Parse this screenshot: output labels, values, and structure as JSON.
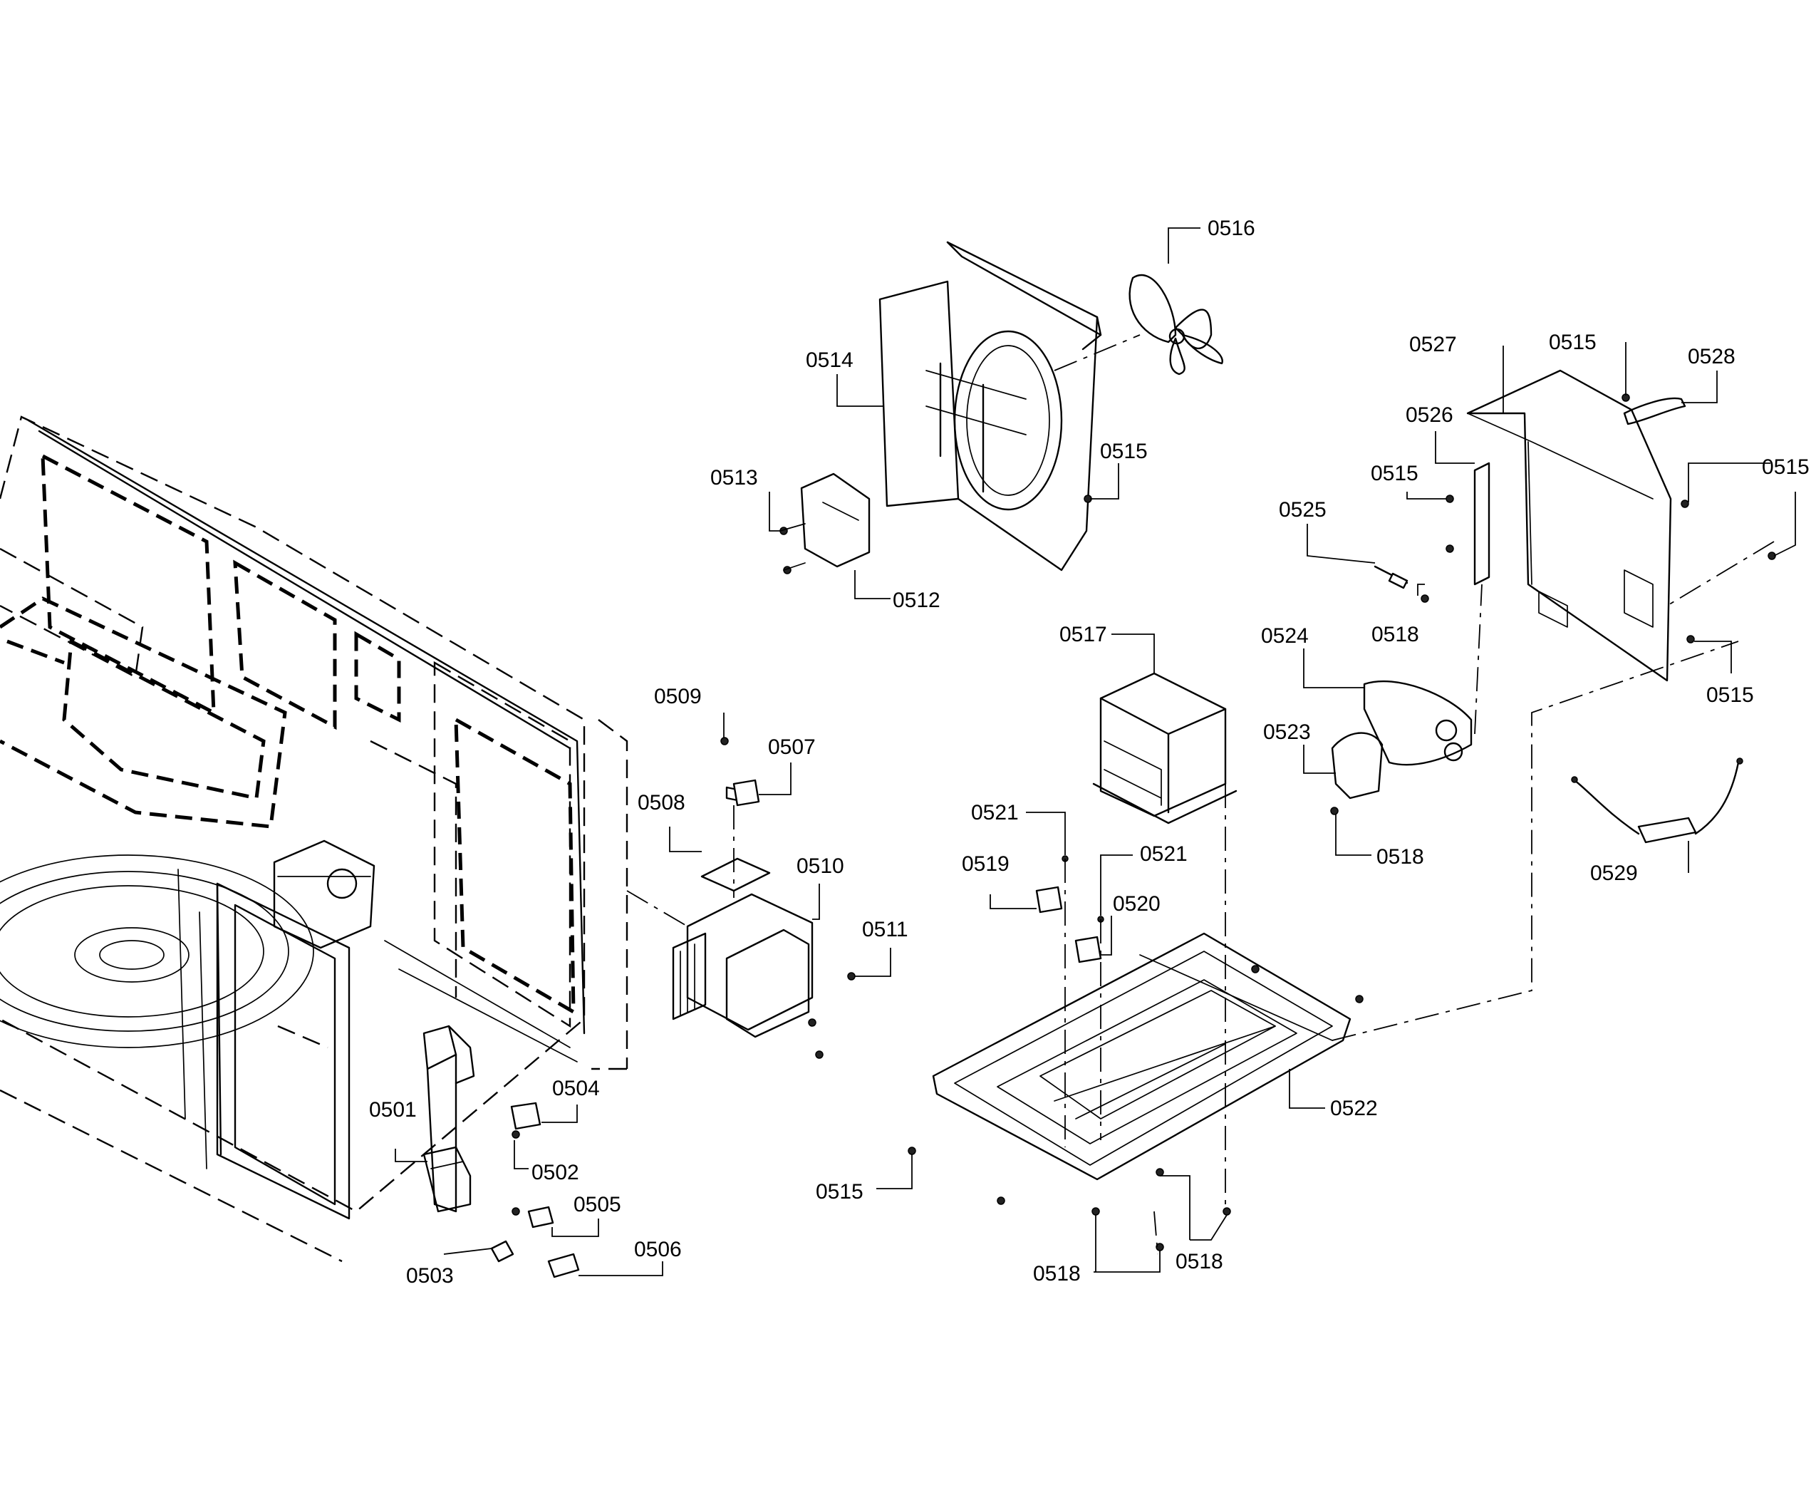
{
  "parts": [
    {
      "id": "p0501",
      "label": "0501"
    },
    {
      "id": "p0502",
      "label": "0502"
    },
    {
      "id": "p0503",
      "label": "0503"
    },
    {
      "id": "p0504",
      "label": "0504"
    },
    {
      "id": "p0505",
      "label": "0505"
    },
    {
      "id": "p0506",
      "label": "0506"
    },
    {
      "id": "p0507",
      "label": "0507"
    },
    {
      "id": "p0508",
      "label": "0508"
    },
    {
      "id": "p0509",
      "label": "0509"
    },
    {
      "id": "p0510",
      "label": "0510"
    },
    {
      "id": "p0511",
      "label": "0511"
    },
    {
      "id": "p0512",
      "label": "0512"
    },
    {
      "id": "p0513",
      "label": "0513"
    },
    {
      "id": "p0514",
      "label": "0514"
    },
    {
      "id": "p0515a",
      "label": "0515"
    },
    {
      "id": "p0515b",
      "label": "0515"
    },
    {
      "id": "p0515c",
      "label": "0515"
    },
    {
      "id": "p0515d",
      "label": "0515"
    },
    {
      "id": "p0515e",
      "label": "0515"
    },
    {
      "id": "p0515f",
      "label": "0515"
    },
    {
      "id": "p0516",
      "label": "0516"
    },
    {
      "id": "p0517",
      "label": "0517"
    },
    {
      "id": "p0518a",
      "label": "0518"
    },
    {
      "id": "p0518b",
      "label": "0518"
    },
    {
      "id": "p0518c",
      "label": "0518"
    },
    {
      "id": "p0518d",
      "label": "0518"
    },
    {
      "id": "p0519",
      "label": "0519"
    },
    {
      "id": "p0520",
      "label": "0520"
    },
    {
      "id": "p0521a",
      "label": "0521"
    },
    {
      "id": "p0521b",
      "label": "0521"
    },
    {
      "id": "p0522",
      "label": "0522"
    },
    {
      "id": "p0523",
      "label": "0523"
    },
    {
      "id": "p0524",
      "label": "0524"
    },
    {
      "id": "p0525",
      "label": "0525"
    },
    {
      "id": "p0526",
      "label": "0526"
    },
    {
      "id": "p0527",
      "label": "0527"
    },
    {
      "id": "p0528",
      "label": "0528"
    },
    {
      "id": "p0529",
      "label": "0529"
    }
  ]
}
